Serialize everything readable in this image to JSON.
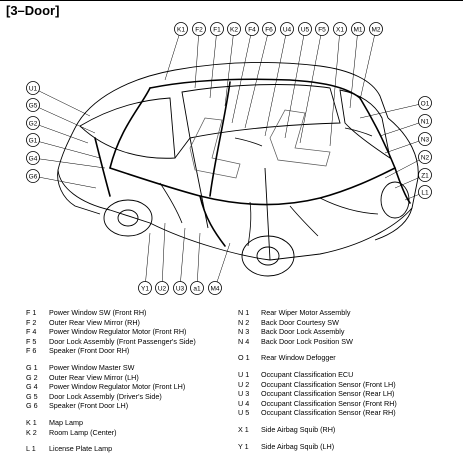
{
  "title": "[3–Door]",
  "callouts_top": [
    "K1",
    "F2",
    "F1",
    "K2",
    "F4",
    "F6",
    "U4",
    "U5",
    "F5",
    "X1",
    "M1",
    "M2"
  ],
  "callouts_left": [
    "U1",
    "G5",
    "G2",
    "G1",
    "G4",
    "G6"
  ],
  "callouts_right": [
    "O1",
    "N1",
    "N3",
    "N2",
    "Z1",
    "L1"
  ],
  "callouts_bottom": [
    "Y1",
    "U2",
    "U3",
    "a1",
    "M4"
  ],
  "legend_left": [
    {
      "code": "F 1",
      "label": "Power Window SW (Front RH)"
    },
    {
      "code": "F 2",
      "label": "Outer Rear View Mirror (RH)"
    },
    {
      "code": "F 4",
      "label": "Power Window Regulator Motor (Front RH)"
    },
    {
      "code": "F 5",
      "label": "Door Lock Assembly (Front Passenger's Side)"
    },
    {
      "code": "F 6",
      "label": "Speaker (Front Door RH)"
    },
    {
      "gap": true
    },
    {
      "code": "G 1",
      "label": "Power Window Master SW"
    },
    {
      "code": "G 2",
      "label": "Outer Rear View Mirror (LH)"
    },
    {
      "code": "G 4",
      "label": "Power Window Regulator Motor (Front LH)"
    },
    {
      "code": "G 5",
      "label": "Door Lock Assembly (Driver's Side)"
    },
    {
      "code": "G 6",
      "label": "Speaker (Front Door LH)"
    },
    {
      "gap": true
    },
    {
      "code": "K 1",
      "label": "Map Lamp"
    },
    {
      "code": "K 2",
      "label": "Room Lamp (Center)"
    },
    {
      "gap": true
    },
    {
      "code": "L 1",
      "label": "License Plate Lamp"
    }
  ],
  "legend_right": [
    {
      "code": "N 1",
      "label": "Rear Wiper Motor Assembly"
    },
    {
      "code": "N 2",
      "label": "Back Door Courtesy SW"
    },
    {
      "code": "N 3",
      "label": "Back Door Lock Assembly"
    },
    {
      "code": "N 4",
      "label": "Back Door Lock Position SW"
    },
    {
      "gap": true
    },
    {
      "code": "O 1",
      "label": "Rear Window Defogger"
    },
    {
      "gap": true
    },
    {
      "code": "U 1",
      "label": "Occupant Classification ECU"
    },
    {
      "code": "U 2",
      "label": "Occupant Classification Sensor (Front LH)"
    },
    {
      "code": "U 3",
      "label": "Occupant Classification Sensor (Rear LH)"
    },
    {
      "code": "U 4",
      "label": "Occupant Classification Sensor (Front RH)"
    },
    {
      "code": "U 5",
      "label": "Occupant Classification Sensor (Rear RH)"
    },
    {
      "gap": true
    },
    {
      "code": "X 1",
      "label": "Side Airbag Squib (RH)"
    },
    {
      "gap": true
    },
    {
      "code": "Y 1",
      "label": "Side Airbag Squib (LH)"
    }
  ]
}
